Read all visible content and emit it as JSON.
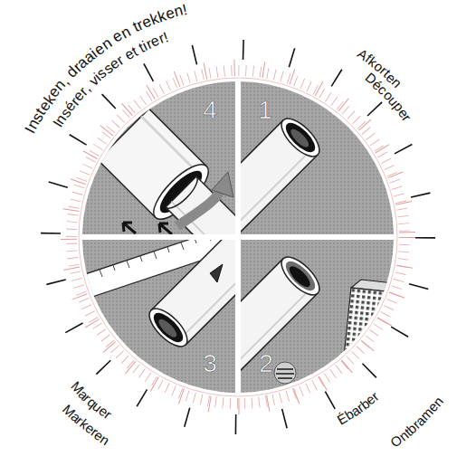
{
  "diagram": {
    "labels": [
      "Insteken, draaien en trekken!",
      "Insérer, visser et tirer!",
      "Afkorten",
      "Découper",
      "4",
      "1",
      "3",
      "2",
      "Marquer",
      "Markeren",
      "Ébarber",
      "Ontbramen"
    ]
  }
}
